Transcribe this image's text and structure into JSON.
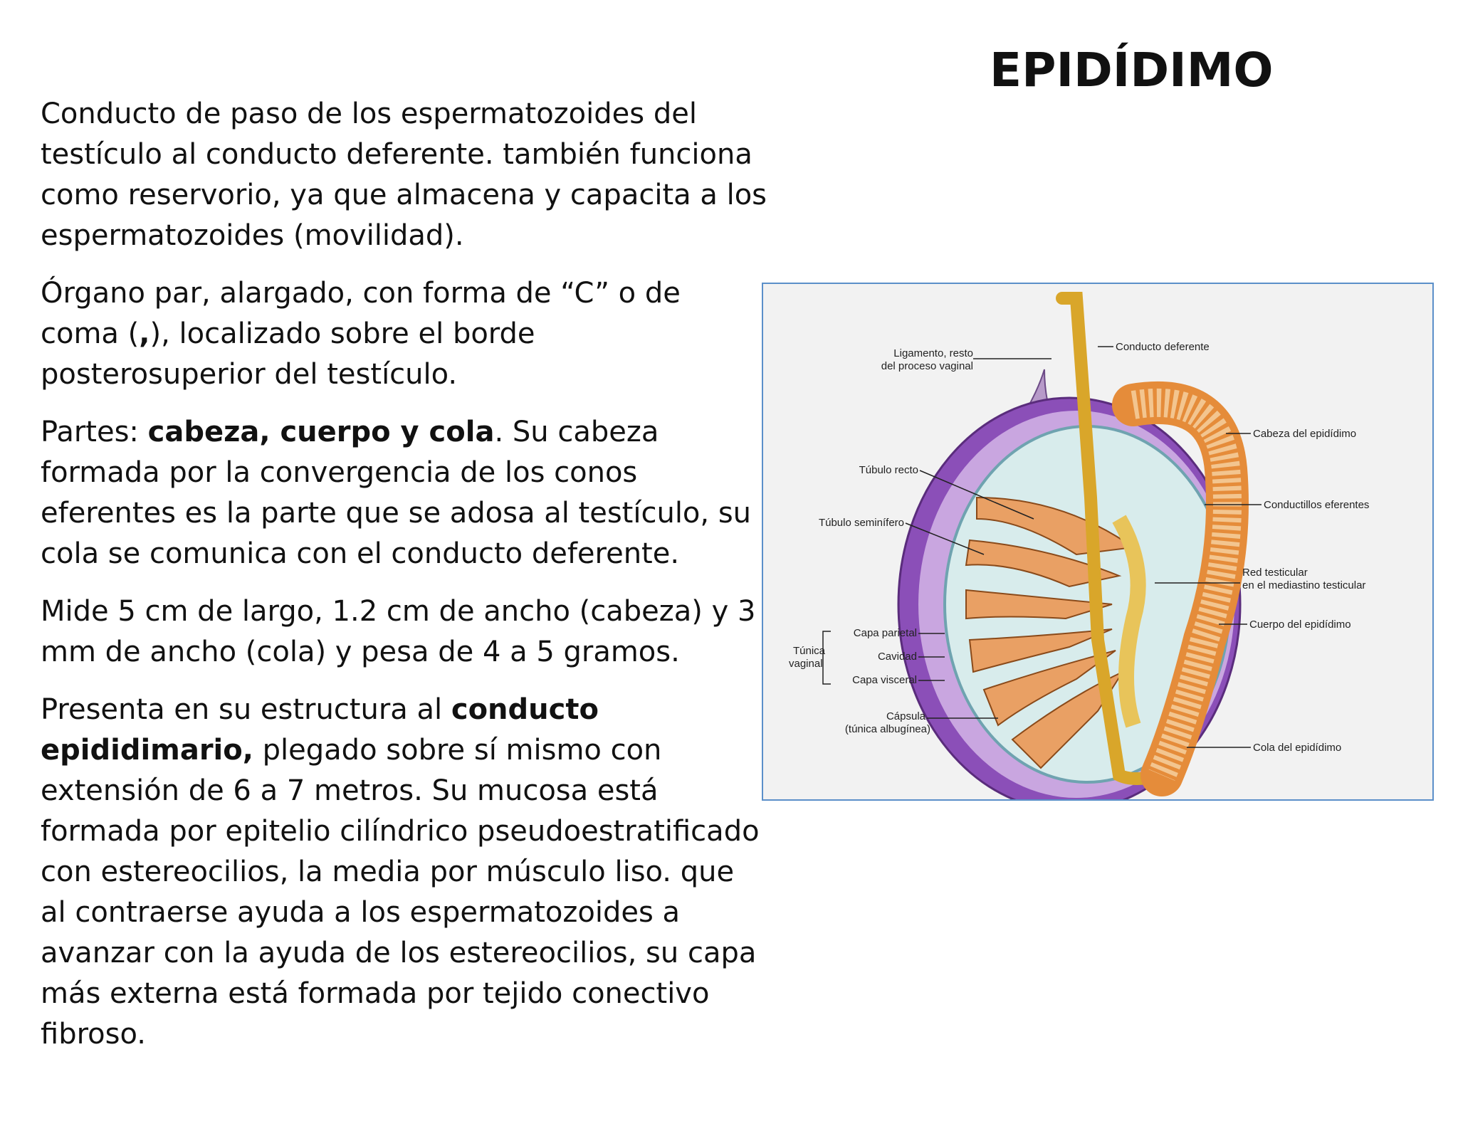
{
  "title": "EPIDÍDIMO",
  "paragraphs": {
    "p1": "Conducto de paso de los espermatozoides del testículo al conducto deferente. también funciona como reservorio, ya que almacena y capacita a los espermatozoides (movilidad).",
    "p2": {
      "a": "Órgano par, alargado, con forma de “C” o de coma (",
      "b": ",",
      "c": "), localizado sobre el borde posterosuperior del testículo."
    },
    "p3": {
      "a": "Partes: ",
      "b": "cabeza, cuerpo y cola",
      "c": ". Su cabeza formada por la convergencia de los conos eferentes es la parte que se adosa al testículo, su cola se comunica con el conducto deferente."
    },
    "p4": "Mide 5 cm de largo, 1.2 cm de ancho (cabeza) y 3 mm de ancho (cola) y pesa de 4 a 5 gramos.",
    "p5": {
      "a": "Presenta en su estructura al ",
      "b": "conducto epididimario,",
      "c": " plegado sobre sí mismo con extensión de 6 a 7 metros. Su mucosa está formada por epitelio cilíndrico pseudoestratificado con estereocilios, la media por músculo liso. que al contraerse ayuda a los espermatozoides a avanzar con la ayuda de los estereocilios, su capa más externa está formada por tejido conectivo fibroso."
    }
  },
  "diagram": {
    "labels": {
      "ligamento_1": "Ligamento, resto",
      "ligamento_2": "del proceso vaginal",
      "conducto_deferente": "Conducto deferente",
      "cabeza": "Cabeza del epidídimo",
      "tubulo_recto": "Túbulo recto",
      "conductillos": "Conductillos eferentes",
      "tubulo_seminifero": "Túbulo seminífero",
      "red_1": "Red testicular",
      "red_2": "en el mediastino testicular",
      "cuerpo": "Cuerpo del epidídimo",
      "tunica_1": "Túnica",
      "tunica_2": "vaginal",
      "capa_parietal": "Capa parietal",
      "cavidad": "Cavidad",
      "capa_visceral": "Capa visceral",
      "capsula_1": "Cápsula",
      "capsula_2": "(túnica albugínea)",
      "cola": "Cola del epidídimo"
    }
  }
}
